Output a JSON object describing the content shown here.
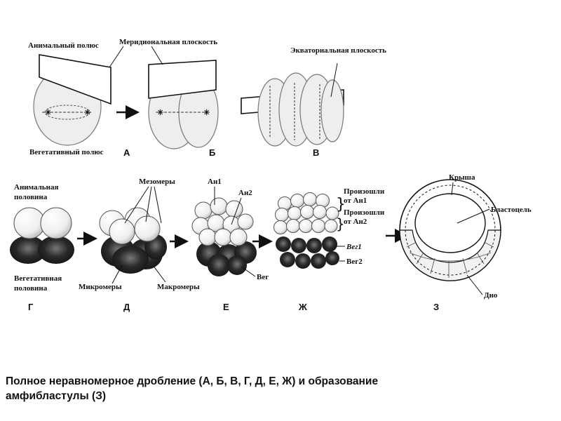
{
  "labels": {
    "animal_pole": "Анимальный полюс",
    "meridional_plane": "Меридиональная плоскость",
    "equatorial_plane": "Экваториальная плоскость",
    "vegetal_pole": "Вегетативный полюс",
    "animal_half_1": "Анимальная",
    "animal_half_2": "половина",
    "vegetal_half_1": "Вегетативная",
    "vegetal_half_2": "половина",
    "mesomeres": "Мезомеры",
    "micromeres": "Микромеры",
    "macromeres": "Макромеры",
    "an1": "Ан1",
    "an2": "Ан2",
    "veg": "Вег",
    "from_1": "Произошли",
    "from_an1": "от Ан1",
    "from_2": "Произошли",
    "from_an2": "от Ан2",
    "veg1": "Вег1",
    "veg2": "Вег2",
    "roof": "Крыша",
    "blastocoel": "Бластоцель",
    "bottom": "Дно"
  },
  "stage_letters": [
    "А",
    "Б",
    "В",
    "Г",
    "Д",
    "Е",
    "Ж",
    "З"
  ],
  "caption": {
    "line1": "Полное неравномерное дробление (А, Б, В, Г, Д, Е, Ж) и образование",
    "line2": "амфибластулы (З)"
  },
  "colors": {
    "ink": "#111111",
    "cell_light": "#f4f4f4",
    "cell_dark": "#1c1c1c"
  }
}
